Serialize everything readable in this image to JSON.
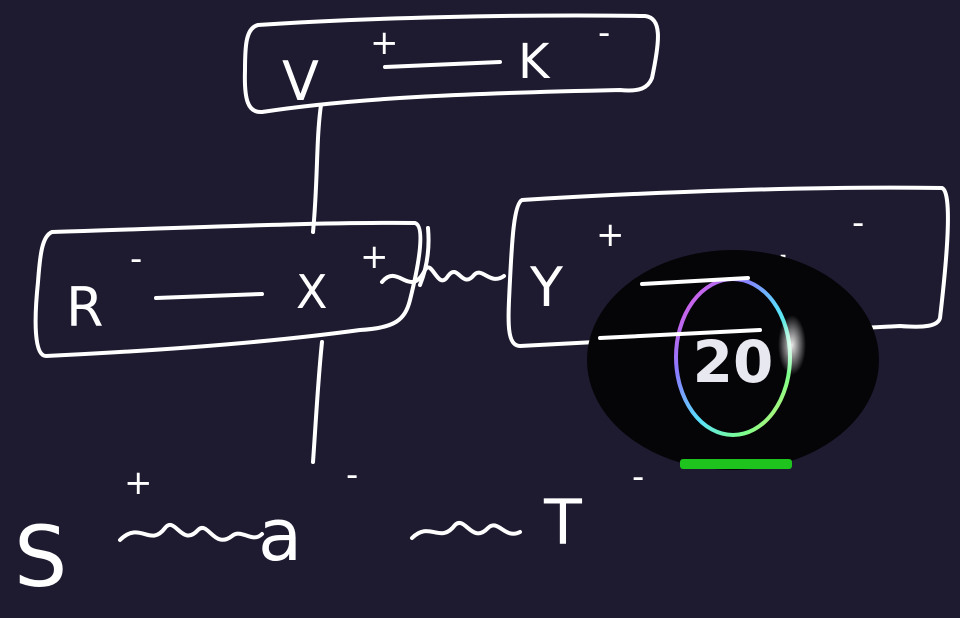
{
  "diagram": {
    "background": "#1e1a30",
    "ink": "#ffffff",
    "top_box": {
      "left": "V",
      "left_charge": "+",
      "right": "K",
      "right_charge": "-"
    },
    "middle_left_box": {
      "left": "R",
      "left_charge": "-",
      "right": "X",
      "right_charge": "+"
    },
    "middle_right_box": {
      "left": "Y",
      "left_charge": "+",
      "right": "J",
      "right_charge": "-"
    },
    "bottom_row": {
      "first": "S",
      "first_charge": "+",
      "second": "a",
      "second_charge": "-",
      "third": "T",
      "third_charge": "-"
    }
  },
  "timer_overlay": {
    "value": "20",
    "ring_colors": [
      "#ff4fd8",
      "#8a7bff",
      "#59e0ff",
      "#7dff8a",
      "#ffe066"
    ],
    "bar_color": "#1ec31e"
  }
}
